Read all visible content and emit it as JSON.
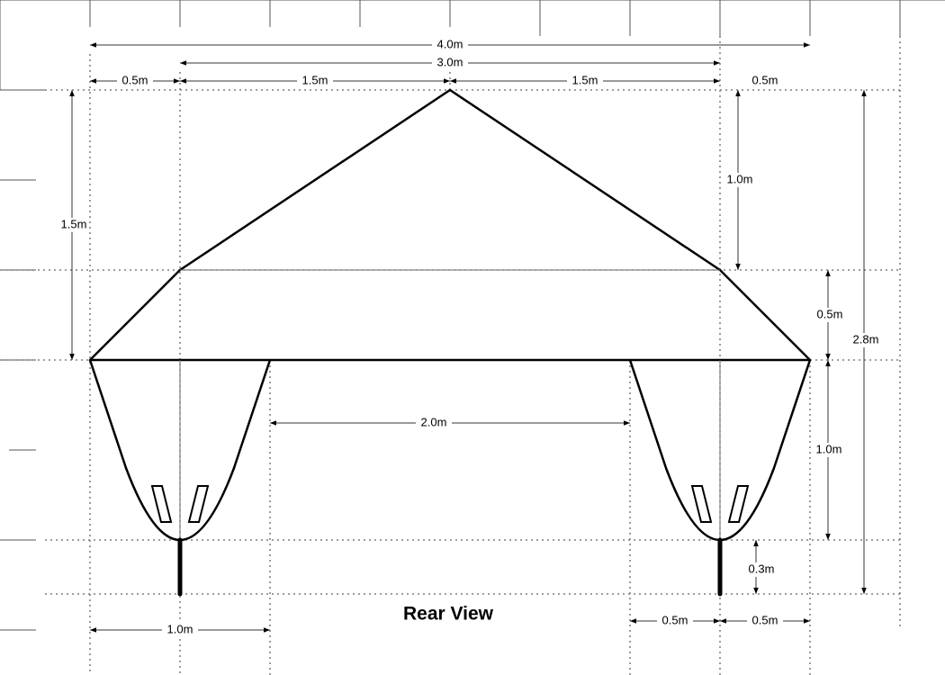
{
  "title": "Rear View",
  "dimensions": {
    "overall_span": "4.0m",
    "inner_span": "3.0m",
    "left_overhang": "0.5m",
    "left_half": "1.5m",
    "right_half": "1.5m",
    "right_overhang": "0.5m",
    "left_height": "1.5m",
    "peak_height": "1.0m",
    "mid_height": "0.5m",
    "total_height": "2.8m",
    "pod_height": "1.0m",
    "pod_gap": "2.0m",
    "stem_height": "0.3m",
    "pod_width": "1.0m",
    "right_pod_left": "0.5m",
    "right_pod_right": "0.5m"
  }
}
